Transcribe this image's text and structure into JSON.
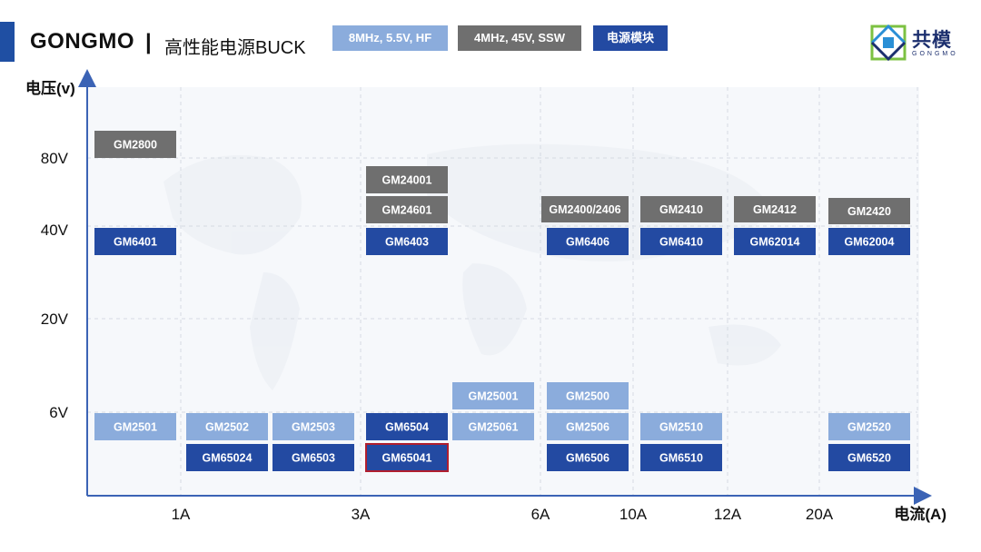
{
  "header": {
    "brand": "GONGMO",
    "separator": "|",
    "subtitle": "高性能电源BUCK"
  },
  "legend": [
    {
      "label": "8MHz, 5.5V, HF",
      "color": "#8bacdc"
    },
    {
      "label": "4MHz, 45V, SSW",
      "color": "#6f6f6f"
    },
    {
      "label": "电源模块",
      "color": "#234aa2"
    }
  ],
  "logo": {
    "cn": "共模",
    "en": "GONGMO",
    "icon": "gongmo-logo-icon"
  },
  "chart_data": {
    "type": "table",
    "ylabel": "电压(v)",
    "xlabel": "电流(A)",
    "x_ticks": [
      "1A",
      "3A",
      "6A",
      "10A",
      "12A",
      "20A"
    ],
    "y_ticks": [
      "80V",
      "40V",
      "20V",
      "6V"
    ],
    "grid": true,
    "highlight_color": "#b01e2e",
    "categories": [
      {
        "id": "hf",
        "name": "8MHz, 5.5V, HF",
        "color": "#8bacdc"
      },
      {
        "id": "ssw",
        "name": "4MHz, 45V, SSW",
        "color": "#6f6f6f"
      },
      {
        "id": "module",
        "name": "电源模块",
        "color": "#234aa2"
      }
    ],
    "products": [
      {
        "label": "GM2800",
        "current": "≤1A",
        "voltage": "80V",
        "category": "ssw"
      },
      {
        "label": "GM6401",
        "current": "≤1A",
        "voltage": "40V",
        "category": "module"
      },
      {
        "label": "GM2501",
        "current": "≤1A",
        "voltage": "6V",
        "category": "hf"
      },
      {
        "label": "GM2502",
        "current": "1A-2A",
        "voltage": "6V",
        "category": "hf"
      },
      {
        "label": "GM65024",
        "current": "1A-2A",
        "voltage": "<6V",
        "category": "module"
      },
      {
        "label": "GM2503",
        "current": "2A-3A",
        "voltage": "6V",
        "category": "hf"
      },
      {
        "label": "GM6503",
        "current": "2A-3A",
        "voltage": "<6V",
        "category": "module"
      },
      {
        "label": "GM24001",
        "current": "3A-4A",
        "voltage": "40V-80V",
        "category": "ssw"
      },
      {
        "label": "GM24601",
        "current": "3A-4A",
        "voltage": "40V-80V",
        "category": "ssw"
      },
      {
        "label": "GM6403",
        "current": "3A-4A",
        "voltage": "40V",
        "category": "module"
      },
      {
        "label": "GM6504",
        "current": "3A-4A",
        "voltage": "6V",
        "category": "module"
      },
      {
        "label": "GM65041",
        "current": "3A-4A",
        "voltage": "<6V",
        "category": "module",
        "highlighted": true
      },
      {
        "label": "GM25001",
        "current": "4A-6A",
        "voltage": "6V",
        "category": "hf"
      },
      {
        "label": "GM25061",
        "current": "4A-6A",
        "voltage": "6V",
        "category": "hf"
      },
      {
        "label": "GM2400/2406",
        "current": "6A-10A",
        "voltage": "40V",
        "category": "ssw"
      },
      {
        "label": "GM6406",
        "current": "6A-10A",
        "voltage": "40V",
        "category": "module"
      },
      {
        "label": "GM2500",
        "current": "6A-10A",
        "voltage": "6V",
        "category": "hf"
      },
      {
        "label": "GM2506",
        "current": "6A-10A",
        "voltage": "6V",
        "category": "hf"
      },
      {
        "label": "GM6506",
        "current": "6A-10A",
        "voltage": "<6V",
        "category": "module"
      },
      {
        "label": "GM2410",
        "current": "10A",
        "voltage": "40V",
        "category": "ssw"
      },
      {
        "label": "GM6410",
        "current": "10A",
        "voltage": "40V",
        "category": "module"
      },
      {
        "label": "GM2510",
        "current": "10A",
        "voltage": "6V",
        "category": "hf"
      },
      {
        "label": "GM6510",
        "current": "10A",
        "voltage": "<6V",
        "category": "module"
      },
      {
        "label": "GM2412",
        "current": "12A",
        "voltage": "40V",
        "category": "ssw"
      },
      {
        "label": "GM62014",
        "current": "12A",
        "voltage": "40V",
        "category": "module"
      },
      {
        "label": "GM2420",
        "current": "20A",
        "voltage": "40V",
        "category": "ssw"
      },
      {
        "label": "GM62004",
        "current": "20A",
        "voltage": "40V",
        "category": "module"
      },
      {
        "label": "GM2520",
        "current": "20A",
        "voltage": "6V",
        "category": "hf"
      },
      {
        "label": "GM6520",
        "current": "20A",
        "voltage": "<6V",
        "category": "module"
      }
    ]
  }
}
